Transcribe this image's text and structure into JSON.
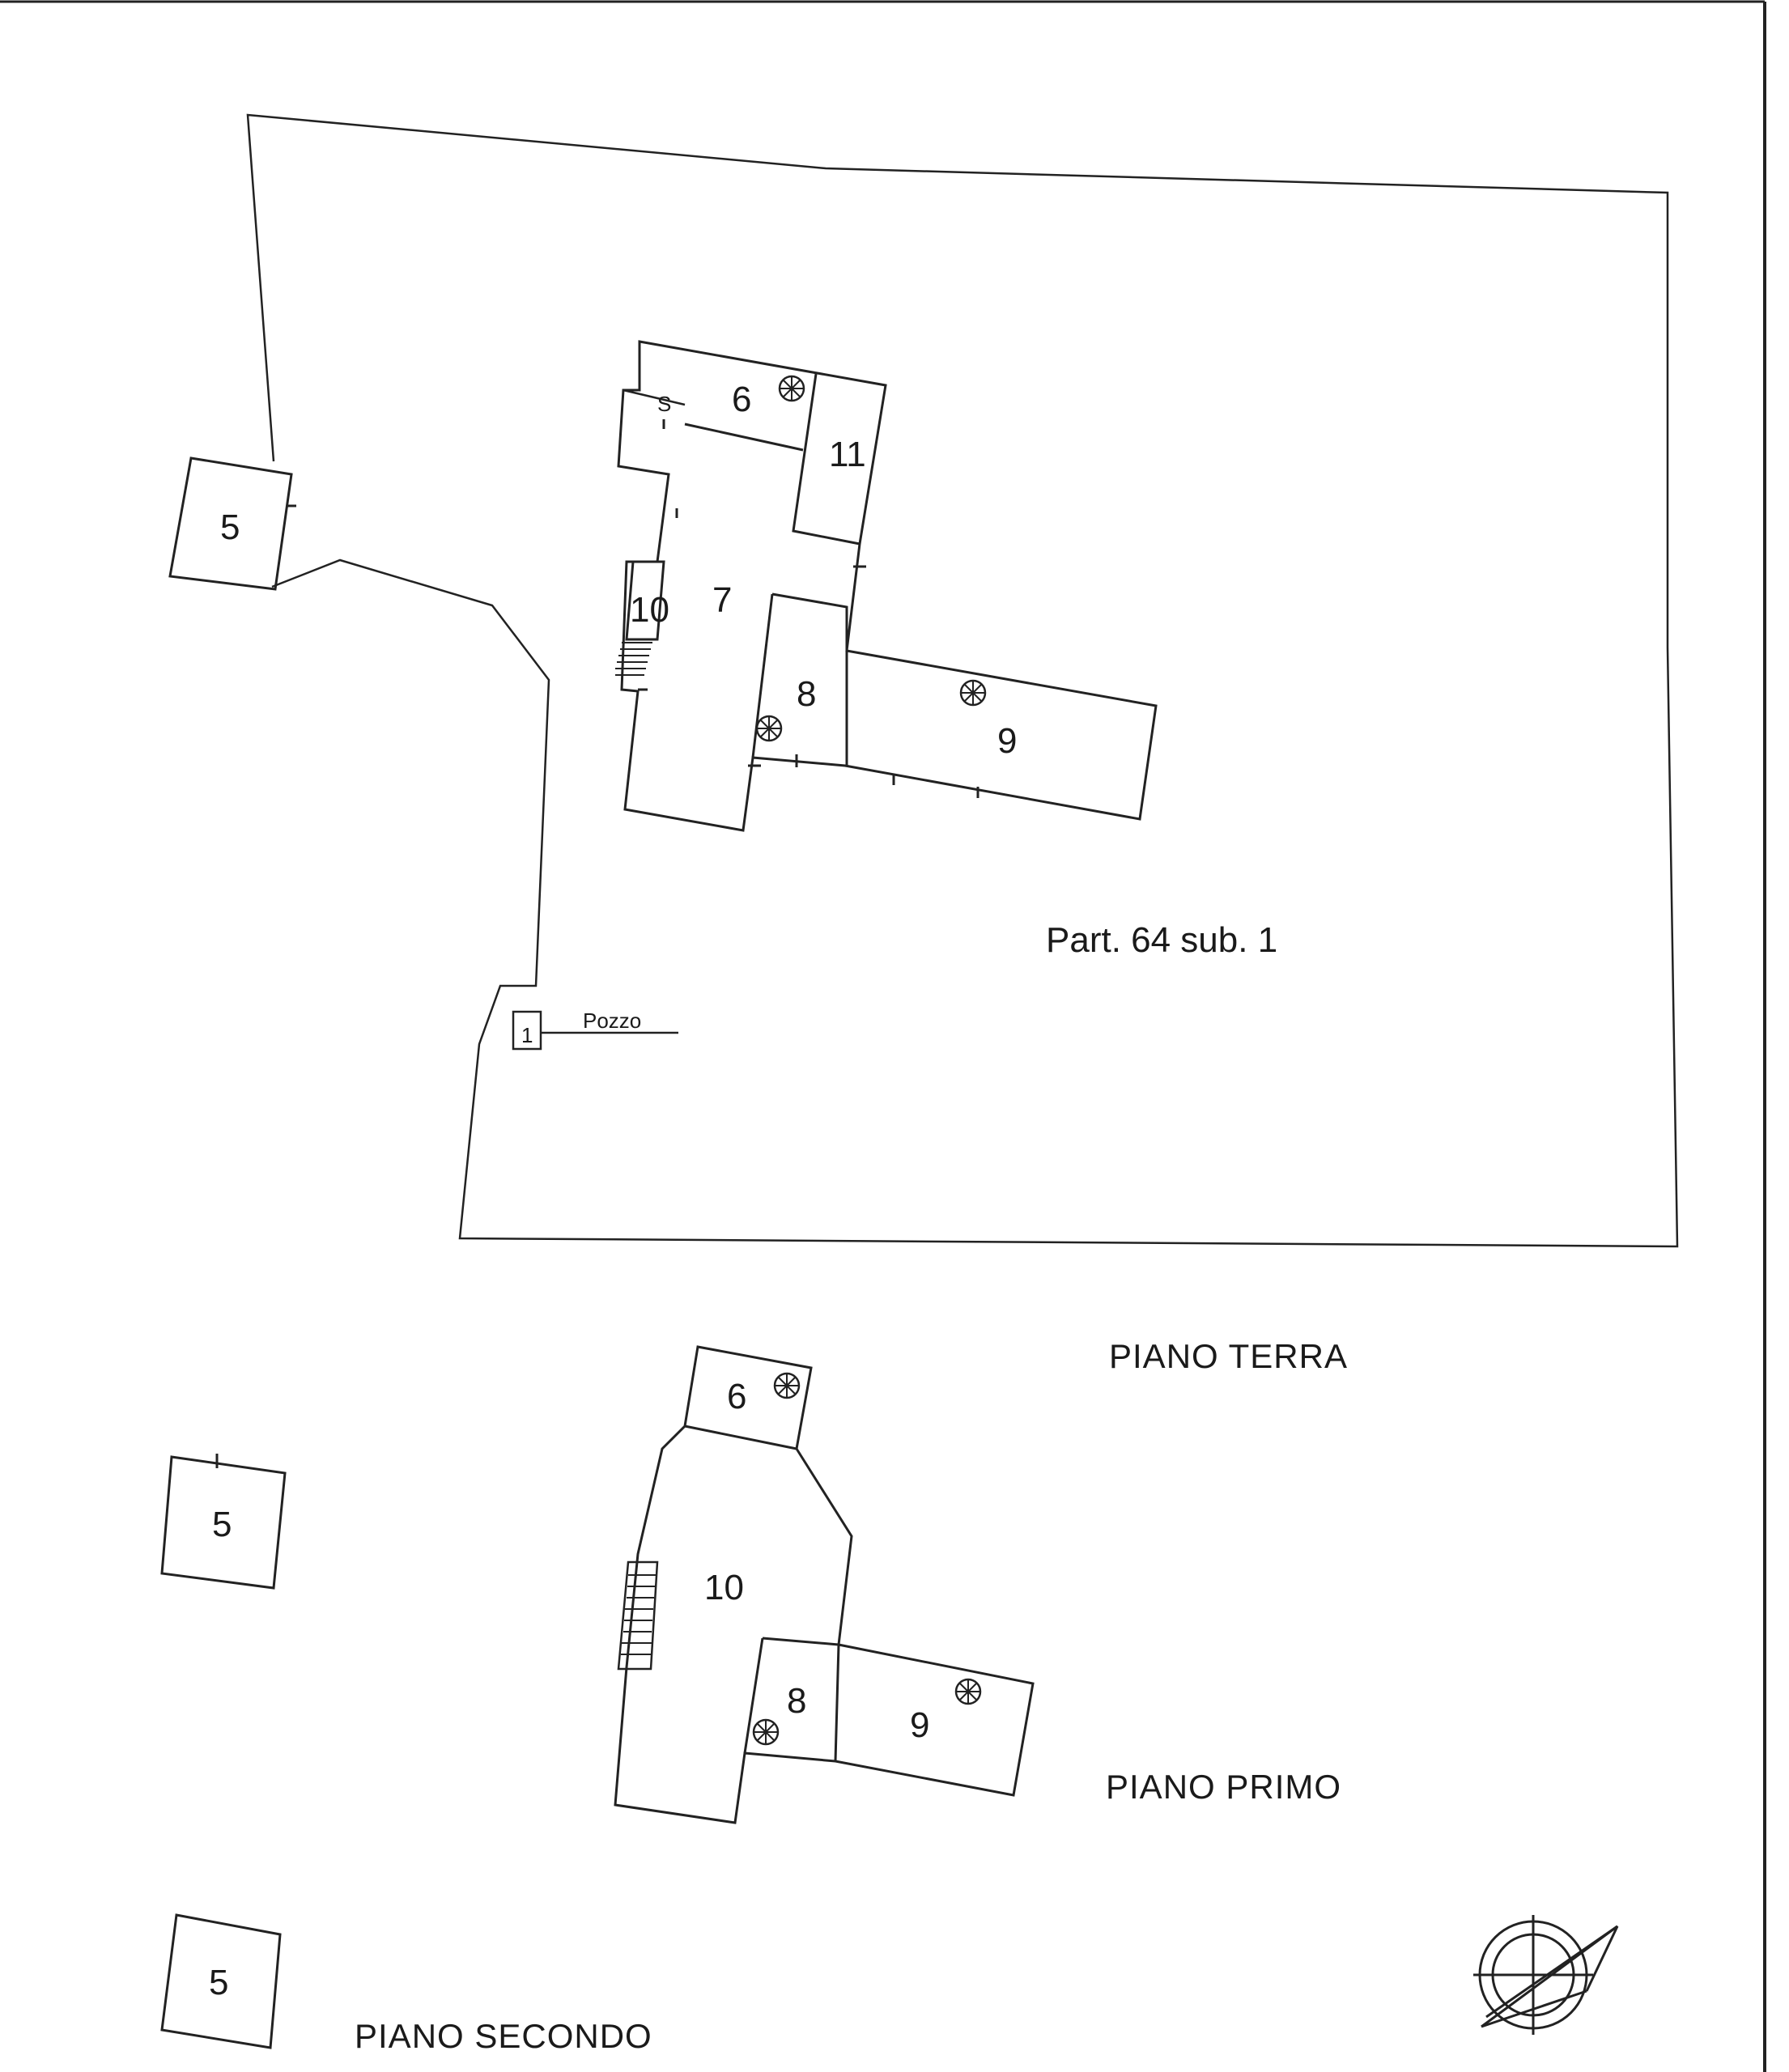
{
  "rooms_terra": {
    "r5": "5",
    "r6": "6",
    "rs": "S",
    "r11": "11",
    "r7": "7",
    "r10": "10",
    "r8": "8",
    "r9": "9",
    "r1": "1"
  },
  "parcel_label": "Part. 64 sub. 1",
  "well_label": "Pozzo",
  "rooms_primo": {
    "r6": "6",
    "r5": "5",
    "r10": "10",
    "r8": "8",
    "r9": "9"
  },
  "rooms_secondo": {
    "r5": "5"
  },
  "floors": {
    "terra": "PIANO  TERRA",
    "primo": "PIANO  PRIMO",
    "secondo": "PIANO SECONDO"
  },
  "icons": {
    "stair_symbol": "spiral-stair-icon",
    "compass": "north-arrow-icon"
  }
}
